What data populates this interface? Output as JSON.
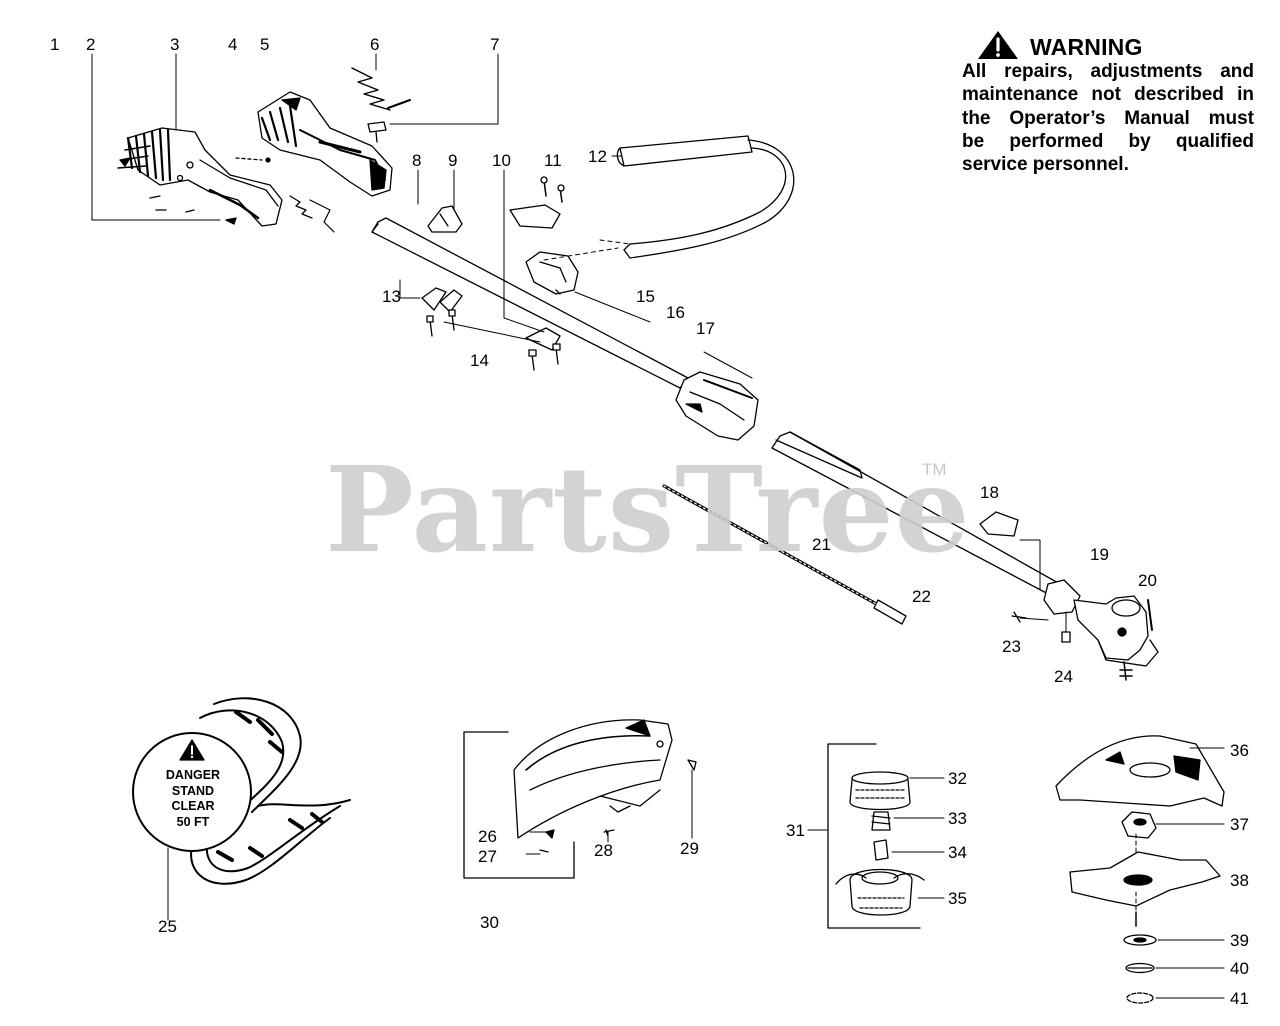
{
  "warning": {
    "title": "WARNING",
    "lines": [
      "All repairs, adjustments and",
      "maintenance not described in",
      "the Operator’s Manual must",
      "be performed by qualified",
      "service personnel."
    ]
  },
  "watermark": {
    "text": "PartsTree",
    "tm": "TM"
  },
  "danger_sign": {
    "lines": [
      "DANGER",
      "STAND",
      "CLEAR",
      "50 FT"
    ]
  },
  "callouts": [
    "1",
    "2",
    "3",
    "4",
    "5",
    "6",
    "7",
    "8",
    "9",
    "10",
    "11",
    "12",
    "13",
    "14",
    "15",
    "16",
    "17",
    "18",
    "19",
    "20",
    "21",
    "22",
    "23",
    "24",
    "25",
    "26",
    "27",
    "28",
    "29",
    "30",
    "31",
    "32",
    "33",
    "34",
    "35",
    "36",
    "37",
    "38",
    "39",
    "40",
    "41"
  ],
  "colors": {
    "ink": "#000000",
    "watermark": "#cfcfcf",
    "background": "#ffffff"
  }
}
